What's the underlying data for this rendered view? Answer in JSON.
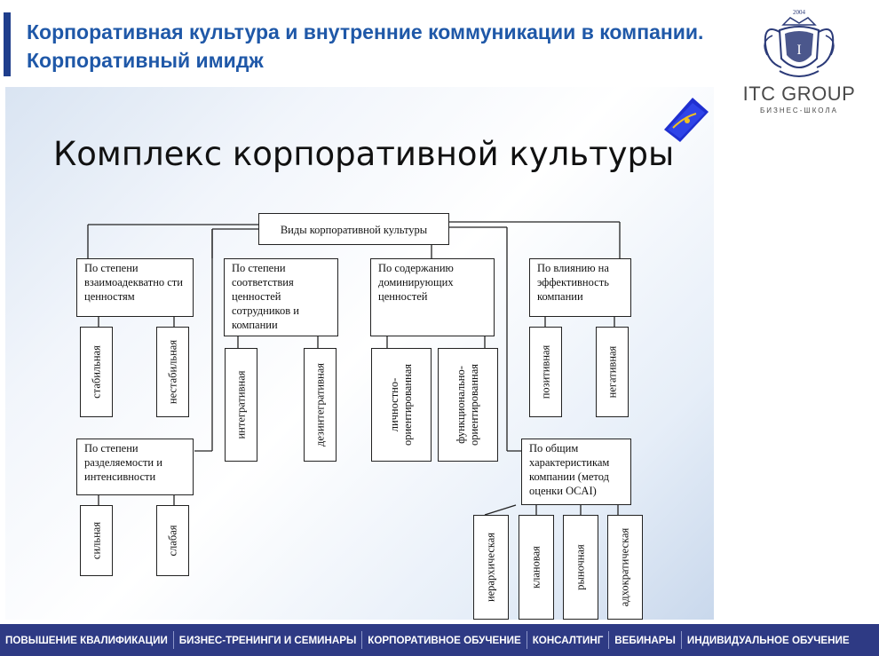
{
  "header": {
    "title": "Корпоративная культура и внутренние коммуникации в компании. Корпоративный имидж"
  },
  "logo": {
    "year": "2004",
    "name": "ITC GROUP",
    "subtitle": "БИЗНЕС-ШКОЛА",
    "color": "#2b3a78",
    "icon": "crest-icon"
  },
  "slide": {
    "title": "Комплекс корпоративной культуры",
    "icon": "pen-book-icon"
  },
  "diagram": {
    "root": "Виды корпоративной культуры",
    "cat_values": "По степени взаимоадекватно сти ценностям",
    "cat_conformity": "По степени соответствия ценностей сотрудников и компании",
    "cat_content": "По содержанию доминирующих ценностей",
    "cat_effect": "По влиянию на эффективность компании",
    "cat_intensity": "По степени разделяемости и интенсивности",
    "cat_ocai": "По общим характеристикам компании (метод оценки OCAI)",
    "stable": "стабильная",
    "unstable": "нестабильная",
    "integrative": "интегративная",
    "disintegrative": "дезинтегративная",
    "personal": "личностно-ориентированная",
    "functional": "функционально-ориентированная",
    "positive": "позитивная",
    "negative": "негативная",
    "strong": "сильная",
    "weak": "слабая",
    "hierarchical": "иерархическая",
    "clan": "клановая",
    "market": "рыночная",
    "adhocratic": "адхократическая"
  },
  "footer": {
    "items": [
      "ПОВЫШЕНИЕ КВАЛИФИКАЦИИ",
      "БИЗНЕС-ТРЕНИНГИ И СЕМИНАРЫ",
      "КОРПОРАТИВНОЕ ОБУЧЕНИЕ",
      "КОНСАЛТИНГ",
      "ВЕБИНАРЫ",
      "ИНДИВИДУАЛЬНОЕ ОБУЧЕНИЕ"
    ],
    "color": "#2e3a84"
  }
}
